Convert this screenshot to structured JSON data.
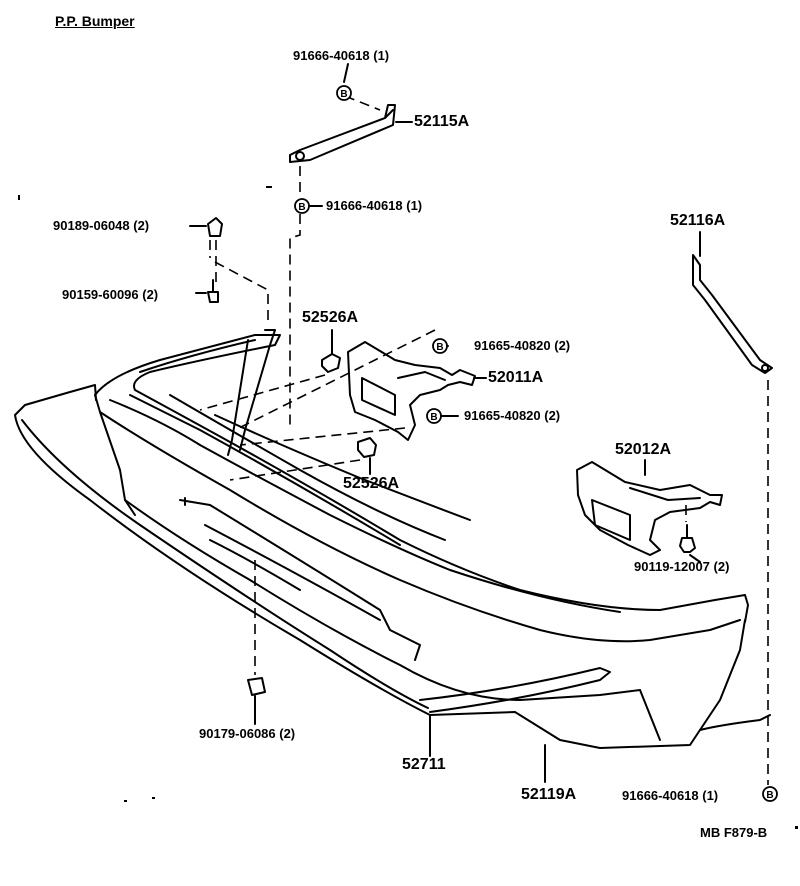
{
  "title": "P.P. Bumper",
  "figure_code": "MB F879-B",
  "parts": {
    "p_91666_top": "91666-40618 (1)",
    "p_52115A": "52115A",
    "p_91666_mid": "91666-40618 (1)",
    "p_90189": "90189-06048 (2)",
    "p_90159": "90159-60096 (2)",
    "p_52526A_top": "52526A",
    "p_91665_top": "91665-40820 (2)",
    "p_52011A": "52011A",
    "p_91665_mid": "91665-40820 (2)",
    "p_52526A_bot": "52526A",
    "p_52116A": "52116A",
    "p_52012A": "52012A",
    "p_90119": "90119-12007 (2)",
    "p_90179": "90179-06086 (2)",
    "p_52711": "52711",
    "p_52119A": "52119A",
    "p_91666_bot": "91666-40618 (1)"
  },
  "icons": {
    "bolt_marker": "B-circle-icon"
  }
}
